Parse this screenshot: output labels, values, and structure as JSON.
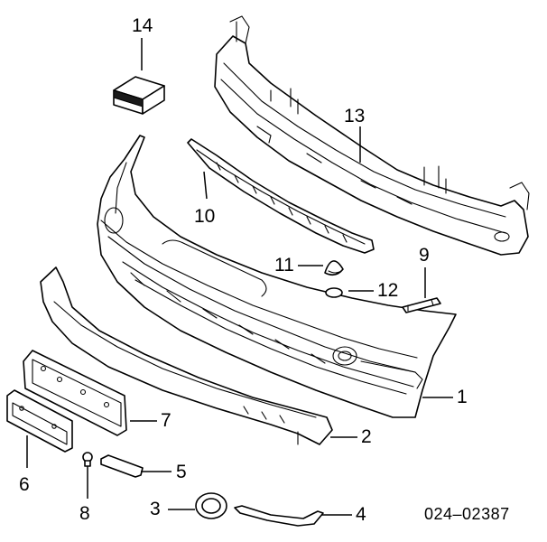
{
  "diagram": {
    "reference_code": "024–02387",
    "callouts": {
      "c1": "1",
      "c2": "2",
      "c3": "3",
      "c4": "4",
      "c5": "5",
      "c6": "6",
      "c7": "7",
      "c8": "8",
      "c9": "9",
      "c10": "10",
      "c11": "11",
      "c12": "12",
      "c13": "13",
      "c14": "14"
    }
  }
}
